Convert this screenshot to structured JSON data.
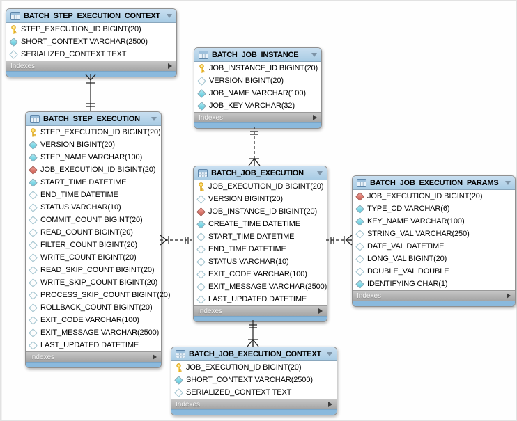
{
  "diagram": {
    "tables": [
      {
        "id": "batch_step_execution_context",
        "name": "BATCH_STEP_EXECUTION_CONTEXT",
        "footer_label": "Indexes",
        "columns": [
          {
            "icon": "key",
            "name": "STEP_EXECUTION_ID",
            "type": "BIGINT(20)"
          },
          {
            "icon": "diamond-filled",
            "name": "SHORT_CONTEXT",
            "type": "VARCHAR(2500)"
          },
          {
            "icon": "diamond-open",
            "name": "SERIALIZED_CONTEXT",
            "type": "TEXT"
          }
        ]
      },
      {
        "id": "batch_job_instance",
        "name": "BATCH_JOB_INSTANCE",
        "footer_label": "Indexes",
        "columns": [
          {
            "icon": "key",
            "name": "JOB_INSTANCE_ID",
            "type": "BIGINT(20)"
          },
          {
            "icon": "diamond-open",
            "name": "VERSION",
            "type": "BIGINT(20)"
          },
          {
            "icon": "diamond-filled",
            "name": "JOB_NAME",
            "type": "VARCHAR(100)"
          },
          {
            "icon": "diamond-filled",
            "name": "JOB_KEY",
            "type": "VARCHAR(32)"
          }
        ]
      },
      {
        "id": "batch_step_execution",
        "name": "BATCH_STEP_EXECUTION",
        "footer_label": "Indexes",
        "columns": [
          {
            "icon": "key",
            "name": "STEP_EXECUTION_ID",
            "type": "BIGINT(20)"
          },
          {
            "icon": "diamond-filled",
            "name": "VERSION",
            "type": "BIGINT(20)"
          },
          {
            "icon": "diamond-filled",
            "name": "STEP_NAME",
            "type": "VARCHAR(100)"
          },
          {
            "icon": "diamond-red",
            "name": "JOB_EXECUTION_ID",
            "type": "BIGINT(20)"
          },
          {
            "icon": "diamond-filled",
            "name": "START_TIME",
            "type": "DATETIME"
          },
          {
            "icon": "diamond-open",
            "name": "END_TIME",
            "type": "DATETIME"
          },
          {
            "icon": "diamond-open",
            "name": "STATUS",
            "type": "VARCHAR(10)"
          },
          {
            "icon": "diamond-open",
            "name": "COMMIT_COUNT",
            "type": "BIGINT(20)"
          },
          {
            "icon": "diamond-open",
            "name": "READ_COUNT",
            "type": "BIGINT(20)"
          },
          {
            "icon": "diamond-open",
            "name": "FILTER_COUNT",
            "type": "BIGINT(20)"
          },
          {
            "icon": "diamond-open",
            "name": "WRITE_COUNT",
            "type": "BIGINT(20)"
          },
          {
            "icon": "diamond-open",
            "name": "READ_SKIP_COUNT",
            "type": "BIGINT(20)"
          },
          {
            "icon": "diamond-open",
            "name": "WRITE_SKIP_COUNT",
            "type": "BIGINT(20)"
          },
          {
            "icon": "diamond-open",
            "name": "PROCESS_SKIP_COUNT",
            "type": "BIGINT(20)"
          },
          {
            "icon": "diamond-open",
            "name": "ROLLBACK_COUNT",
            "type": "BIGINT(20)"
          },
          {
            "icon": "diamond-open",
            "name": "EXIT_CODE",
            "type": "VARCHAR(100)"
          },
          {
            "icon": "diamond-open",
            "name": "EXIT_MESSAGE",
            "type": "VARCHAR(2500)"
          },
          {
            "icon": "diamond-open",
            "name": "LAST_UPDATED",
            "type": "DATETIME"
          }
        ]
      },
      {
        "id": "batch_job_execution",
        "name": "BATCH_JOB_EXECUTION",
        "footer_label": "Indexes",
        "columns": [
          {
            "icon": "key",
            "name": "JOB_EXECUTION_ID",
            "type": "BIGINT(20)"
          },
          {
            "icon": "diamond-open",
            "name": "VERSION",
            "type": "BIGINT(20)"
          },
          {
            "icon": "diamond-red",
            "name": "JOB_INSTANCE_ID",
            "type": "BIGINT(20)"
          },
          {
            "icon": "diamond-filled",
            "name": "CREATE_TIME",
            "type": "DATETIME"
          },
          {
            "icon": "diamond-open",
            "name": "START_TIME",
            "type": "DATETIME"
          },
          {
            "icon": "diamond-open",
            "name": "END_TIME",
            "type": "DATETIME"
          },
          {
            "icon": "diamond-open",
            "name": "STATUS",
            "type": "VARCHAR(10)"
          },
          {
            "icon": "diamond-open",
            "name": "EXIT_CODE",
            "type": "VARCHAR(100)"
          },
          {
            "icon": "diamond-open",
            "name": "EXIT_MESSAGE",
            "type": "VARCHAR(2500)"
          },
          {
            "icon": "diamond-open",
            "name": "LAST_UPDATED",
            "type": "DATETIME"
          }
        ]
      },
      {
        "id": "batch_job_execution_params",
        "name": "BATCH_JOB_EXECUTION_PARAMS",
        "footer_label": "Indexes",
        "columns": [
          {
            "icon": "diamond-red",
            "name": "JOB_EXECUTION_ID",
            "type": "BIGINT(20)"
          },
          {
            "icon": "diamond-filled",
            "name": "TYPE_CD",
            "type": "VARCHAR(6)"
          },
          {
            "icon": "diamond-filled",
            "name": "KEY_NAME",
            "type": "VARCHAR(100)"
          },
          {
            "icon": "diamond-open",
            "name": "STRING_VAL",
            "type": "VARCHAR(250)"
          },
          {
            "icon": "diamond-open",
            "name": "DATE_VAL",
            "type": "DATETIME"
          },
          {
            "icon": "diamond-open",
            "name": "LONG_VAL",
            "type": "BIGINT(20)"
          },
          {
            "icon": "diamond-open",
            "name": "DOUBLE_VAL",
            "type": "DOUBLE"
          },
          {
            "icon": "diamond-filled",
            "name": "IDENTIFYING",
            "type": "CHAR(1)"
          }
        ]
      },
      {
        "id": "batch_job_execution_context",
        "name": "BATCH_JOB_EXECUTION_CONTEXT",
        "footer_label": "Indexes",
        "columns": [
          {
            "icon": "key",
            "name": "JOB_EXECUTION_ID",
            "type": "BIGINT(20)"
          },
          {
            "icon": "diamond-filled",
            "name": "SHORT_CONTEXT",
            "type": "VARCHAR(2500)"
          },
          {
            "icon": "diamond-open",
            "name": "SERIALIZED_CONTEXT",
            "type": "TEXT"
          }
        ]
      }
    ],
    "relationships": [
      {
        "from": "BATCH_STEP_EXECUTION_CONTEXT",
        "to": "BATCH_STEP_EXECUTION",
        "from_cardinality": "many",
        "to_cardinality": "one",
        "line": "solid"
      },
      {
        "from": "BATCH_JOB_EXECUTION",
        "to": "BATCH_JOB_INSTANCE",
        "from_cardinality": "many",
        "to_cardinality": "one",
        "line": "dashed"
      },
      {
        "from": "BATCH_STEP_EXECUTION",
        "to": "BATCH_JOB_EXECUTION",
        "from_cardinality": "many",
        "to_cardinality": "one",
        "line": "dashed"
      },
      {
        "from": "BATCH_JOB_EXECUTION_PARAMS",
        "to": "BATCH_JOB_EXECUTION",
        "from_cardinality": "many",
        "to_cardinality": "one",
        "line": "dashed"
      },
      {
        "from": "BATCH_JOB_EXECUTION_CONTEXT",
        "to": "BATCH_JOB_EXECUTION",
        "from_cardinality": "many",
        "to_cardinality": "one",
        "line": "solid"
      }
    ],
    "icon_legend": {
      "key": "primary-key-icon",
      "diamond-filled": "not-null-column-icon",
      "diamond-open": "nullable-column-icon",
      "diamond-red": "foreign-key-column-icon"
    },
    "colors": {
      "header_blue": "#b9d5ea",
      "bottom_strip_blue": "#8ab9dd",
      "indexes_gray": "#b3b3b3",
      "key_yellow": "#ffd95e",
      "diamond_cyan": "#7fd8e8",
      "diamond_red": "#dd6b5f"
    }
  }
}
